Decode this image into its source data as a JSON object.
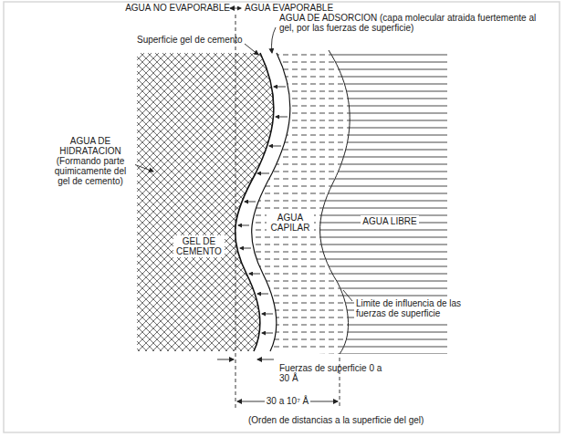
{
  "diagram": {
    "labels": [
      "AGUA NO EVAPORABLE",
      "AGUA EVAPORABLE",
      "AGUA DE ADSORCION (capa molecular atraida fuertemente al gel, por las fuerzas de superficie)",
      "Superficie gel de cemento",
      "AGUA DE HIDRATACION (Formando parte quimicamente del gel de cemento)",
      "GEL DE CEMENTO",
      "AGUA CAPILAR",
      "AGUA LIBRE",
      "Limite de influencia de las fuerzas de superficie",
      "Fuerzas de superficie 0 a 30 Å",
      "30 a 10⁷ Å",
      "(Orden de distancias a la superficie del gel)"
    ]
  }
}
